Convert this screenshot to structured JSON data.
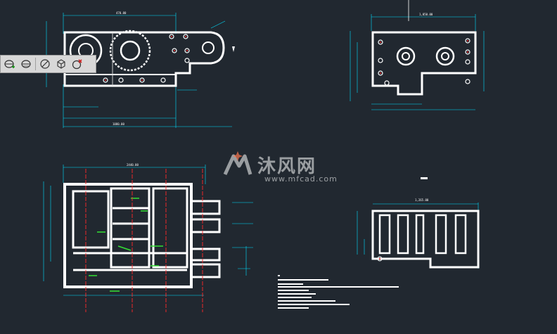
{
  "app": {
    "title": "沐风网 mfcad.com CAD drawing viewer"
  },
  "toolbar": {
    "buttons": [
      {
        "name": "zoom-extents",
        "icon": "layers-add-icon"
      },
      {
        "name": "zoom-window",
        "icon": "layers-icon"
      },
      {
        "name": "orbit",
        "icon": "orbit-icon"
      },
      {
        "name": "3d-view",
        "icon": "cube-icon"
      },
      {
        "name": "close-view",
        "icon": "close-view-icon"
      }
    ]
  },
  "watermark": {
    "text": "沐风网",
    "url": "www.mfcad.com"
  },
  "colors": {
    "background": "#212830",
    "outline": "#ffffff",
    "dimension": "#00e0ff",
    "centerline": "#ff2a2a",
    "hatch": "#33e033",
    "bolt": "#ff3030"
  },
  "dims": {
    "top_view_width": "470.00",
    "top_view_total": "1080.00",
    "side_view_width": "1,050.00",
    "front_view_width": "2440.00",
    "small_view_width": "1,265.00"
  }
}
